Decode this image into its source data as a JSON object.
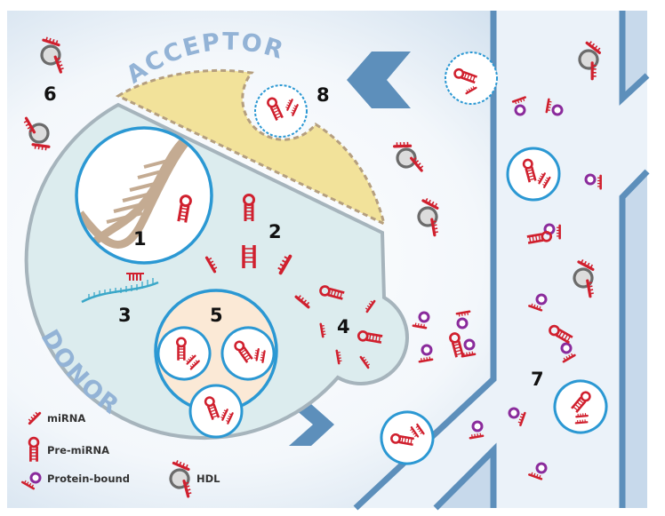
{
  "labels": {
    "acceptor": "ACCEPTOR",
    "donor": "DONOR",
    "steps": [
      "1",
      "2",
      "3",
      "4",
      "5",
      "6",
      "7",
      "8"
    ]
  },
  "legend": {
    "mirna": "miRNA",
    "pre_mirna": "Pre-miRNA",
    "protein_bound": "Protein-bound",
    "hdl": "HDL"
  },
  "colors": {
    "rna_red": "#d0202e",
    "vesicle_blue": "#2b98d3",
    "protein_purple": "#8a2b9c",
    "vessel_wall": "#5d8fbb",
    "acceptor_fill": "#f2e29a",
    "donor_fill": "#dcecee"
  }
}
